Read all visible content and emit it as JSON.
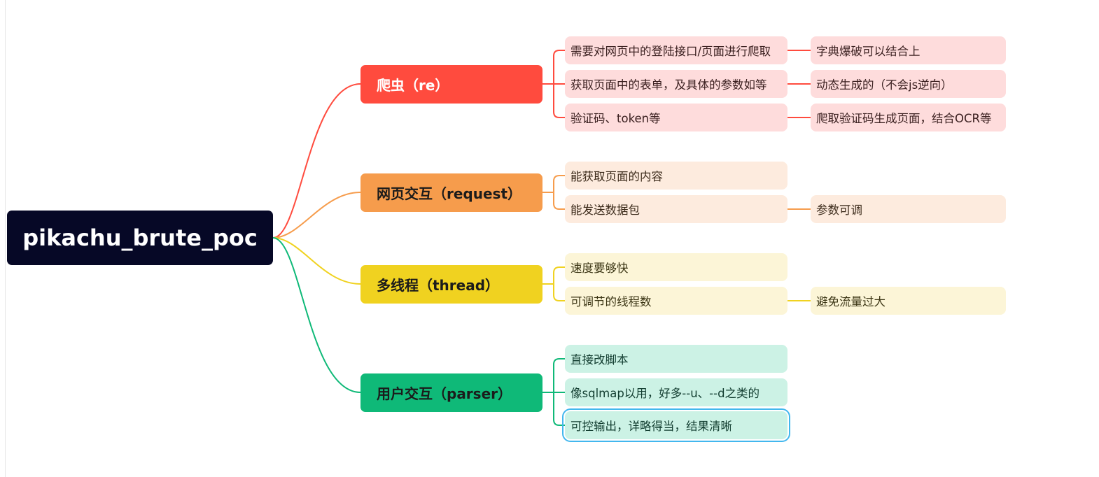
{
  "colors": {
    "root": "#060826",
    "red": "#ff4b3e",
    "orange": "#f69c4c",
    "yellow": "#f0d220",
    "green": "#0fb978",
    "selection": "#42b7ee"
  },
  "root": {
    "label": "pikachu_brute_poc"
  },
  "branches": [
    {
      "label": "爬虫（re）",
      "items": [
        {
          "text": "需要对网页中的登陆接口/页面进行爬取",
          "child": "字典爆破可以结合上"
        },
        {
          "text": "获取页面中的表单，及具体的参数如等",
          "child": "动态生成的（不会js逆向）"
        },
        {
          "text": "验证码、token等",
          "child": "爬取验证码生成页面，结合OCR等"
        }
      ]
    },
    {
      "label": "网页交互（request）",
      "items": [
        {
          "text": "能获取页面的内容"
        },
        {
          "text": "能发送数据包",
          "child": "参数可调"
        }
      ]
    },
    {
      "label": "多线程（thread）",
      "items": [
        {
          "text": "速度要够快"
        },
        {
          "text": "可调节的线程数",
          "child": "避免流量过大"
        }
      ]
    },
    {
      "label": "用户交互（parser）",
      "items": [
        {
          "text": "直接改脚本"
        },
        {
          "text": "像sqlmap以用，好多--u、--d之类的"
        },
        {
          "text": "可控输出，详略得当，结果清晰"
        }
      ]
    }
  ]
}
